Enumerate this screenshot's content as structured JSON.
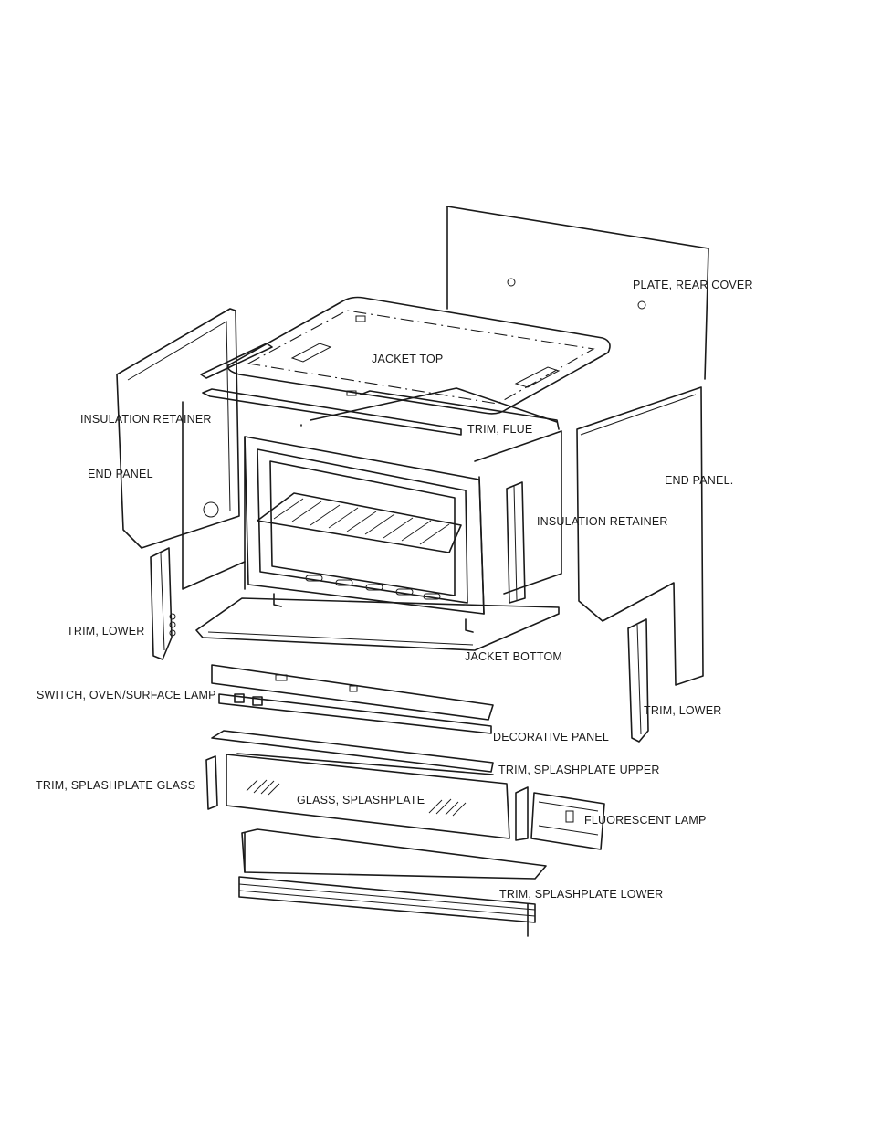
{
  "labels": {
    "plate_rear_cover": "PLATE, REAR COVER",
    "jacket_top": "JACKET TOP",
    "insulation_retainer_left": "INSULATION RETAINER",
    "trim_flue": "TRIM, FLUE",
    "end_panel_left": "END PANEL",
    "end_panel_right": "END PANEL.",
    "insulation_retainer_right": "INSULATION RETAINER",
    "trim_lower_left": "TRIM, LOWER",
    "jacket_bottom": "JACKET BOTTOM",
    "switch_oven_surface_lamp": "SWITCH, OVEN/SURFACE LAMP",
    "trim_lower_right": "TRIM, LOWER",
    "decorative_panel": "DECORATIVE PANEL",
    "trim_splashplate_upper": "TRIM, SPLASHPLATE UPPER",
    "trim_splashplate_glass": "TRIM, SPLASHPLATE GLASS",
    "glass_splashplate": "GLASS, SPLASHPLATE",
    "fluorescent_lamp": "FLUORESCENT LAMP",
    "trim_splashplate_lower": "TRIM, SPLASHPLATE LOWER"
  }
}
